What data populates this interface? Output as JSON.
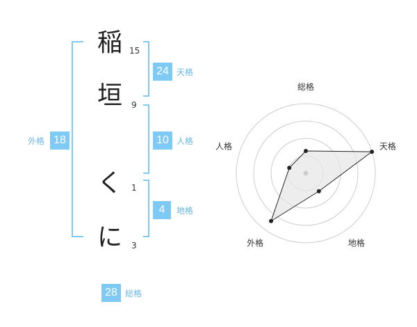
{
  "name": {
    "chars": [
      {
        "char": "稲",
        "strokes": "15"
      },
      {
        "char": "垣",
        "strokes": "9"
      },
      {
        "char": "く",
        "strokes": "1"
      },
      {
        "char": "に",
        "strokes": "3"
      }
    ]
  },
  "fortunes": {
    "tenkaku": {
      "value": "24",
      "label": "天格"
    },
    "jinkaku": {
      "value": "10",
      "label": "人格"
    },
    "chikaku": {
      "value": "4",
      "label": "地格"
    },
    "gaikaku": {
      "value": "18",
      "label": "外格"
    },
    "soukaku": {
      "value": "28",
      "label": "総格"
    }
  },
  "chart_data": {
    "type": "radar",
    "axes": [
      "総格",
      "天格",
      "地格",
      "外格",
      "人格"
    ],
    "values": [
      0.32,
      1.0,
      0.32,
      0.85,
      0.25
    ],
    "rings": 4,
    "colors": {
      "fill": "#e6e6e6",
      "line": "#222222",
      "ring": "#cccccc",
      "center": "#cccccc"
    }
  }
}
